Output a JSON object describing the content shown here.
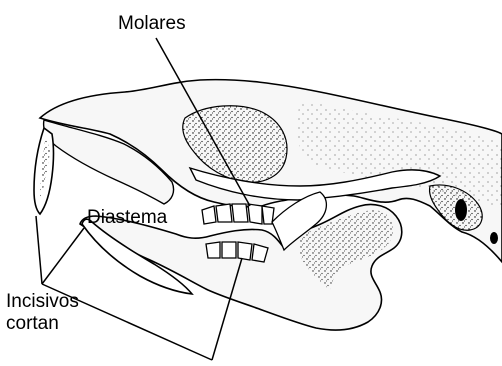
{
  "labels": {
    "molares": "Molares",
    "diastema": "Diastema",
    "incisivos": "Incisivos",
    "cortan": "cortan"
  },
  "colors": {
    "ink": "#000000",
    "bone": "#f7f7f7",
    "shadow": "#6b6b6b",
    "background": "#ffffff"
  }
}
